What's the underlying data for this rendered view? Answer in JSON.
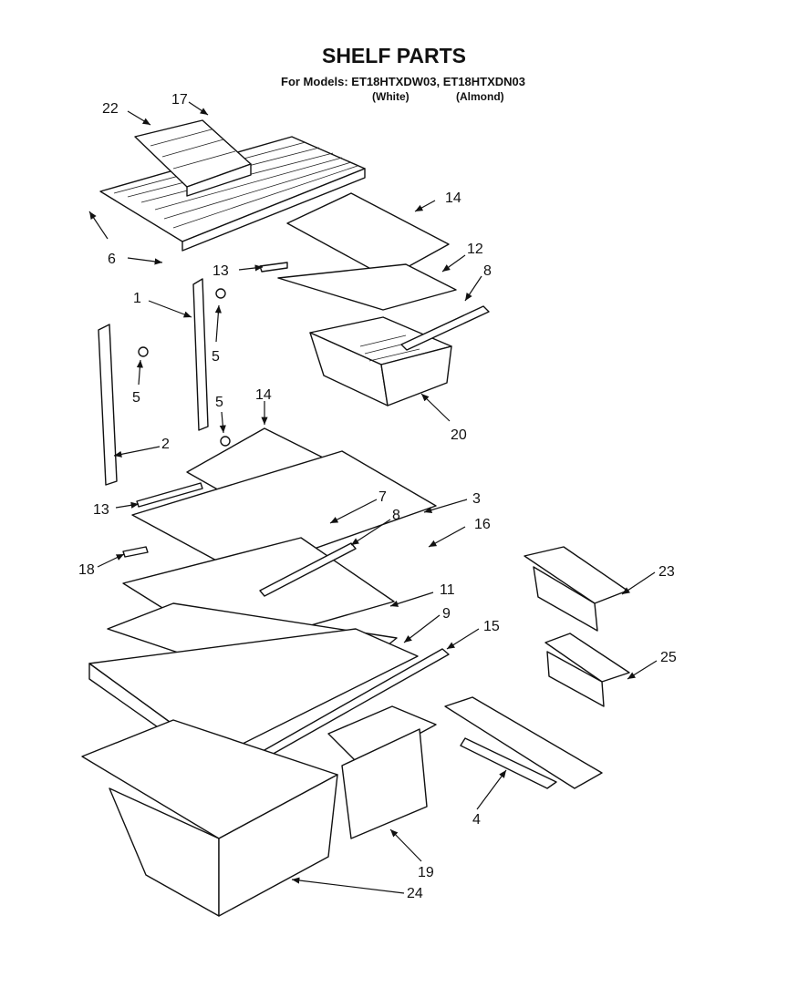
{
  "title": "SHELF PARTS",
  "models_line": "For Models: ET18HTXDW03, ET18HTXDN03",
  "variant_white": "(White)",
  "variant_almond": "(Almond)",
  "labels": {
    "p22": "22",
    "p17": "17",
    "p6": "6",
    "p14a": "14",
    "p12": "12",
    "p13a": "13",
    "p8a": "8",
    "p1": "1",
    "p5a": "5",
    "p5b": "5",
    "p5c": "5",
    "p20": "20",
    "p14b": "14",
    "p2": "2",
    "p13b": "13",
    "p7": "7",
    "p3": "3",
    "p8b": "8",
    "p16": "16",
    "p18": "18",
    "p11": "11",
    "p9": "9",
    "p15": "15",
    "p23": "23",
    "p25": "25",
    "p4": "4",
    "p19": "19",
    "p24": "24"
  }
}
